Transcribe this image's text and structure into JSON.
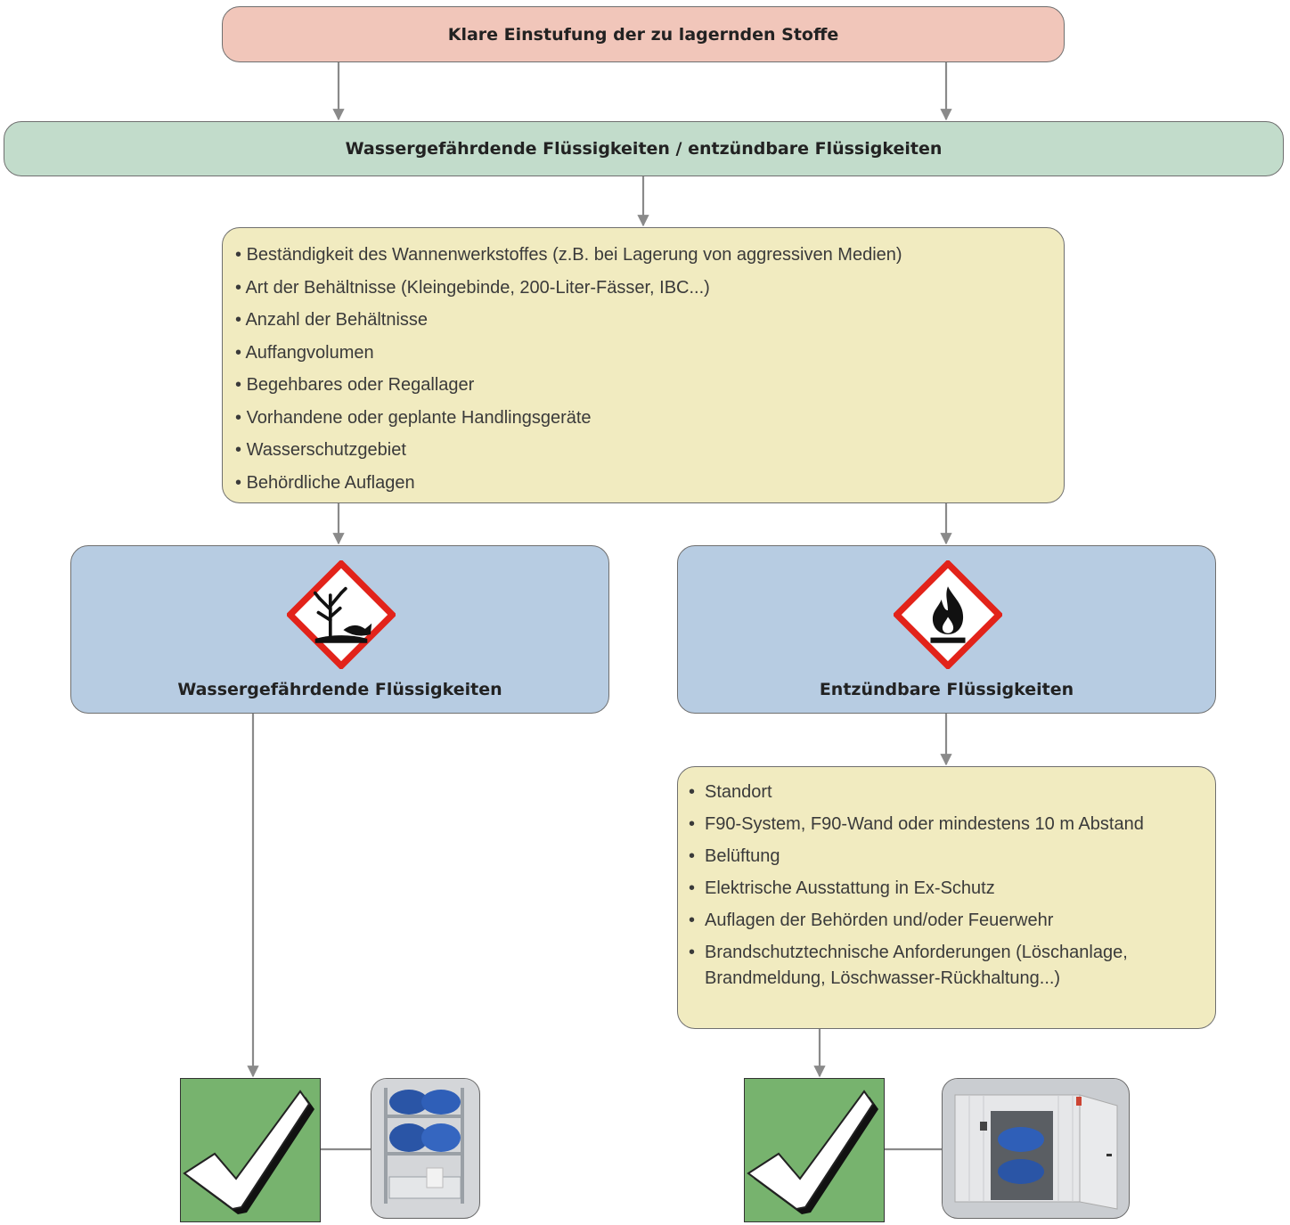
{
  "top": {
    "title": "Klare Einstufung der zu lagernden Stoffe"
  },
  "middle": {
    "title": "Wassergefährdende Flüssigkeiten / entzündbare Flüssigkeiten"
  },
  "criteria": {
    "items": [
      "Beständigkeit des Wannenwerkstoffes (z.B. bei Lagerung von aggressiven Medien)",
      "Art der Behältnisse (Kleingebinde, 200-Liter-Fässer, IBC...)",
      "Anzahl der Behältnisse",
      "Auffangvolumen",
      "Begehbares oder Regallager",
      "Vorhandene oder geplante Handlingsgeräte",
      "Wasserschutzgebiet",
      "Behördliche Auflagen"
    ]
  },
  "water": {
    "title": "Wassergefährdende Flüssigkeiten",
    "pictogram": "environment-hazard-icon"
  },
  "flammable": {
    "title": "Entzündbare Flüssigkeiten",
    "pictogram": "flame-hazard-icon"
  },
  "requirements": {
    "items": [
      "Standort",
      "F90-System, F90-Wand oder mindestens 10 m Abstand",
      "Belüftung",
      "Elektrische Ausstattung in Ex-Schutz",
      "Auflagen der Behörden und/oder Feuerwehr",
      "Brandschutztechnische Anforderungen (Löschanlage, Brandmeldung, Löschwasser-Rückhaltung...)"
    ]
  },
  "results": {
    "left": {
      "icon": "checkmark-icon",
      "image": "drum-shelf-image"
    },
    "right": {
      "icon": "checkmark-icon",
      "image": "storage-container-image"
    }
  },
  "colors": {
    "top_box": "#f1c6ba",
    "middle_box": "#c2dccb",
    "criteria_box": "#f1ebc0",
    "category_box": "#b7cce2",
    "check_green": "#77b36e",
    "ghs_red": "#e2231a",
    "connector": "#8a8a8a"
  }
}
